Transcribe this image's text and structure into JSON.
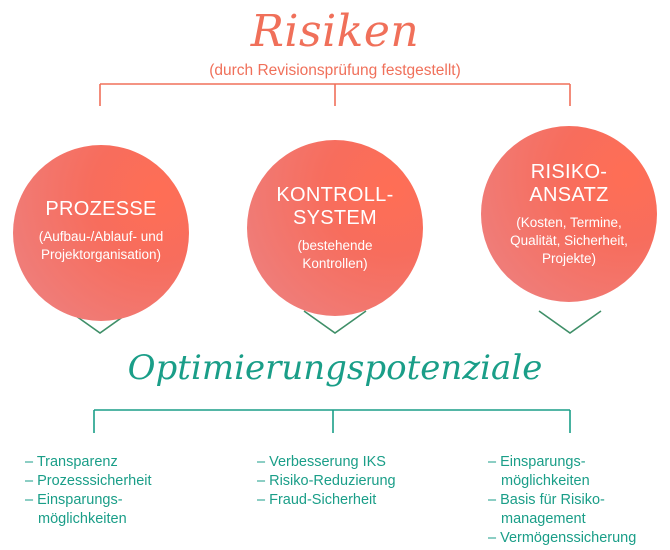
{
  "top": {
    "title": "Risiken",
    "subtitle": "(durch Revisionsprüfung festgestellt)"
  },
  "circles": [
    {
      "title": "PROZESSE",
      "subtitle": "(Aufbau-/Ablauf- und\nProjektorganisation)"
    },
    {
      "title": "KONTROLL-\nSYSTEM",
      "subtitle": "(bestehende\nKontrollen)"
    },
    {
      "title": "RISIKO-\nANSATZ",
      "subtitle": "(Kosten, Termine,\nQualität, Sicherheit,\nProjekte)"
    }
  ],
  "bottom": {
    "title": "Optimierungspotenziale"
  },
  "lists": [
    {
      "items": [
        "– Transparenz",
        "– Prozesssicherheit",
        "– Einsparungs-\nmöglichkeiten"
      ]
    },
    {
      "items": [
        "– Verbesserung IKS",
        "– Risiko-Reduzierung",
        "– Fraud-Sicherheit"
      ]
    },
    {
      "items": [
        "– Einsparungs-\nmöglichkeiten",
        "– Basis für Risiko-\nmanagement",
        "– Vermögenssicherung"
      ]
    }
  ],
  "colors": {
    "coral": "#f0705a",
    "teal": "#1a9e88",
    "chevron": "#3f8f68"
  }
}
